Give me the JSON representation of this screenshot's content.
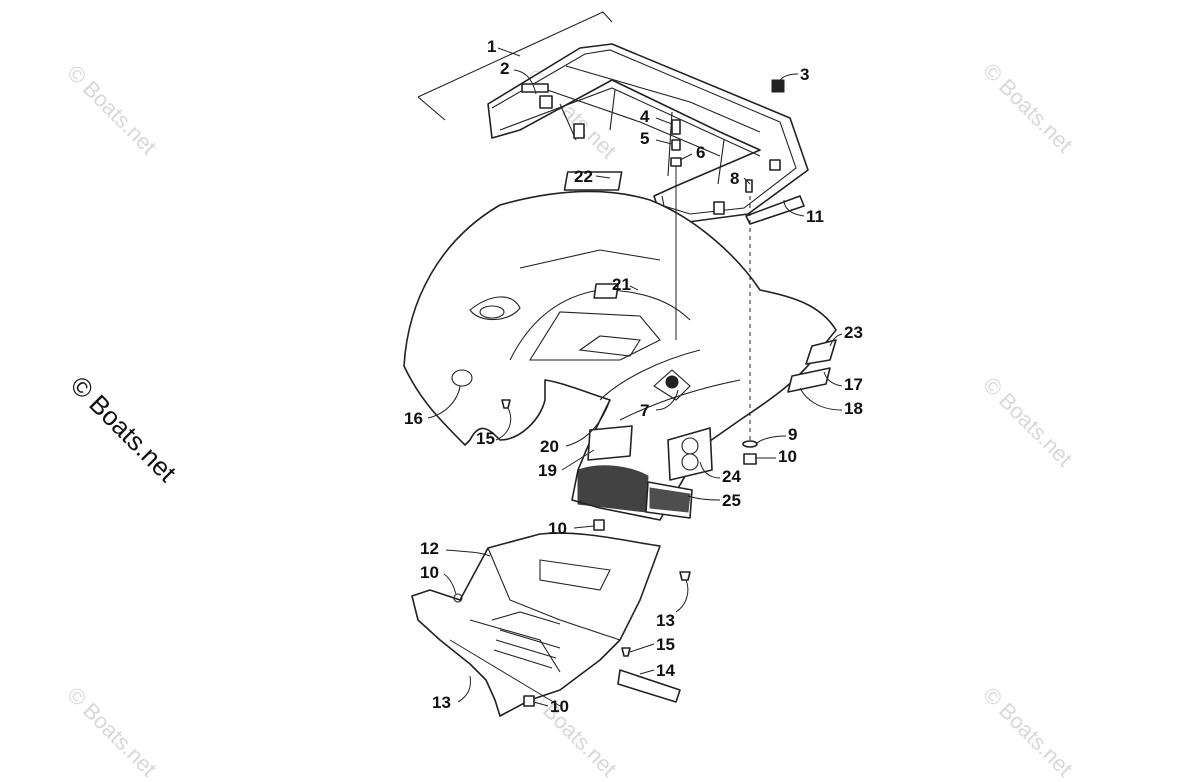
{
  "watermarks": {
    "faint": "© Boats.net",
    "main": "© Boats.net"
  },
  "callouts": {
    "c1": "1",
    "c2": "2",
    "c3": "3",
    "c4": "4",
    "c5": "5",
    "c6": "6",
    "c7": "7",
    "c8": "8",
    "c9": "9",
    "c10a": "10",
    "c10b": "10",
    "c10c": "10",
    "c10d": "10",
    "c11": "11",
    "c12": "12",
    "c13a": "13",
    "c13b": "13",
    "c14": "14",
    "c15a": "15",
    "c15b": "15",
    "c16": "16",
    "c17": "17",
    "c18": "18",
    "c19": "19",
    "c20": "20",
    "c21": "21",
    "c22": "22",
    "c23": "23",
    "c24": "24",
    "c25": "25"
  },
  "colors": {
    "line": "#222222",
    "watermark": "#d8d8d8",
    "background": "#ffffff"
  }
}
